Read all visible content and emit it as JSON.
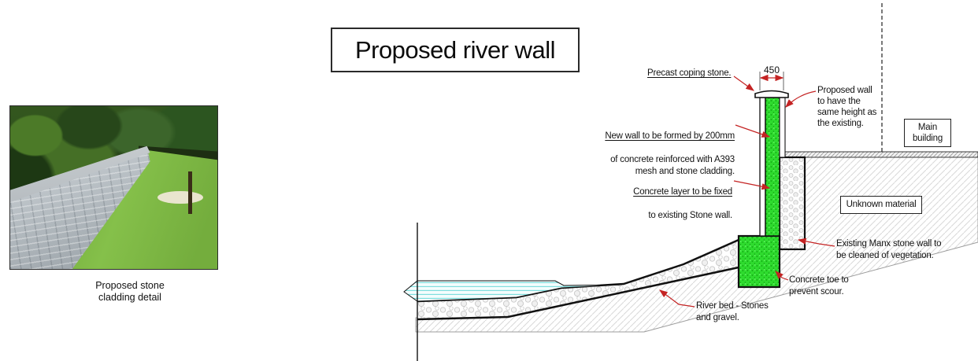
{
  "title": "Proposed river wall",
  "photo": {
    "caption": "Proposed stone\ncladding detail"
  },
  "diagram": {
    "dimension": {
      "coping_width": "450"
    },
    "callouts": {
      "precast": "Precast coping stone.",
      "new_wall_line1": "New wall to be formed by 200mm",
      "new_wall_rest": "of concrete reinforced with A393\nmesh and stone cladding.",
      "concrete_layer_line1": "Concrete layer to be fixed",
      "concrete_layer_rest": "to existing Stone wall.",
      "proposed_height": "Proposed wall\nto have the\nsame height as\nthe existing.",
      "existing_wall": "Existing Manx stone wall to\nbe cleaned of vegetation.",
      "concrete_toe": "Concrete toe to\nprevent scour.",
      "river_bed": "River bed - Stones\nand gravel."
    },
    "boxes": {
      "main_building": "Main\nbuilding",
      "unknown_material": "Unknown material"
    },
    "colors": {
      "concrete_green": "#2edb2e",
      "leader_red": "#c42323",
      "water_cyan": "#7fdede",
      "hatch_gray": "#d9d9d9"
    }
  }
}
